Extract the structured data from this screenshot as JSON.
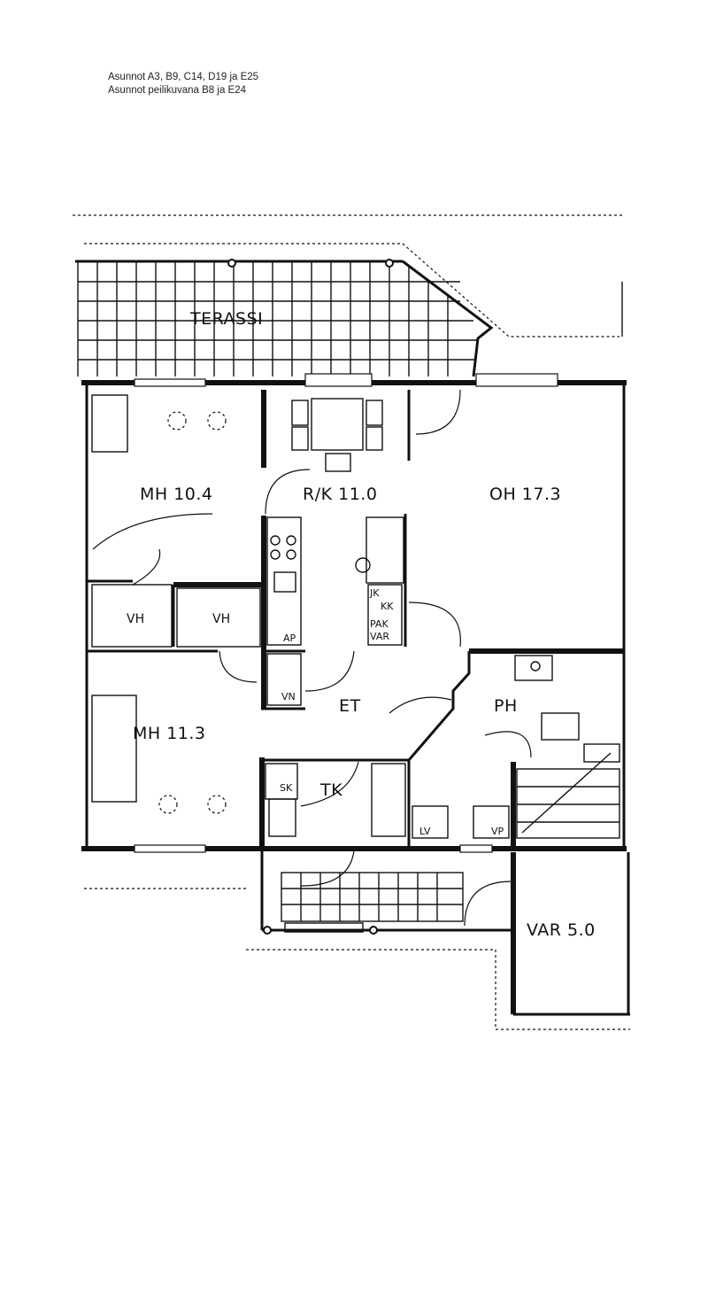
{
  "header": {
    "line1": "Asunnot A3, B9, C14, D19 ja E25",
    "line2": "Asunnot peilikuvana B8 ja E24"
  },
  "rooms": {
    "terassi": "TERASSI",
    "mh1": "MH 10.4",
    "rk": "R/K 11.0",
    "oh": "OH 17.3",
    "mh2": "MH 11.3",
    "et": "ET",
    "ph": "PH",
    "tk": "TK",
    "var": "VAR 5.0"
  },
  "fixtures": {
    "vh1": "VH",
    "vh2": "VH",
    "jk": "JK",
    "kk": "KK",
    "pak": "PAK",
    "var_small": "VAR",
    "ap": "AP",
    "vn": "VN",
    "sk": "SK",
    "lv": "LV",
    "vp": "VP"
  }
}
